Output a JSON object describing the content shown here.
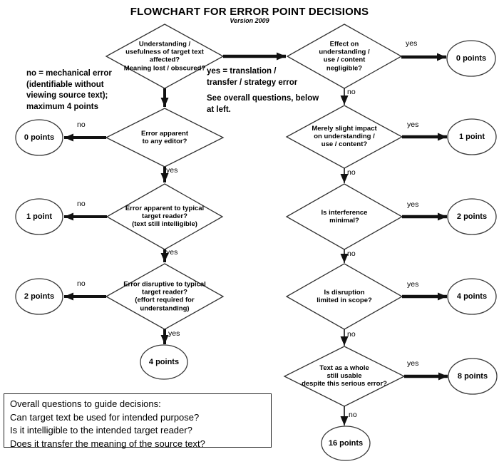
{
  "header": {
    "title": "FLOWCHART FOR ERROR POINT DECISIONS",
    "version": "Version 2009"
  },
  "annotations": {
    "no_note": "no = mechanical error\n(identifiable without\nviewing source text);\nmaximum 4 points",
    "yes_note": "yes = translation /\ntransfer / strategy error",
    "see_note": "See overall questions, below\nat left."
  },
  "labels": {
    "yes": "yes",
    "no": "no"
  },
  "decisions": {
    "root": "Understanding /\nusefulness of target text\naffected?\nMeaning lost / obscured?",
    "editor": "Error apparent\nto any editor?",
    "typical_reader": "Error apparent to typical\ntarget reader?\n(text still intelligible)",
    "disruptive": "Error disruptive to typical\ntarget reader?\n(effort required for\nunderstanding)",
    "negligible": "Effect on\nunderstanding /\nuse / content\nnegligible?",
    "slight_impact": "Merely slight impact\non understanding /\nuse / content?",
    "interference": "Is interference\nminimal?",
    "disruption_scope": "Is disruption\nlimited in scope?",
    "usable": "Text as a whole\nstill usable\ndespite this serious error?"
  },
  "results": {
    "left_0": "0 points",
    "left_1": "1 point",
    "left_2": "2 points",
    "left_4": "4 points",
    "right_0": "0 points",
    "right_1": "1 point",
    "right_2": "2 points",
    "right_4": "4 points",
    "right_8": "8 points",
    "final_16": "16 points"
  },
  "overall_questions": "Overall questions to guide decisions:\nCan target text be used for intended purpose?\nIs it intelligible to the intended target reader?\nDoes it transfer the meaning of the source text?",
  "colors": {
    "ink": "#111111",
    "stroke": "#333333",
    "background": "#ffffff"
  }
}
